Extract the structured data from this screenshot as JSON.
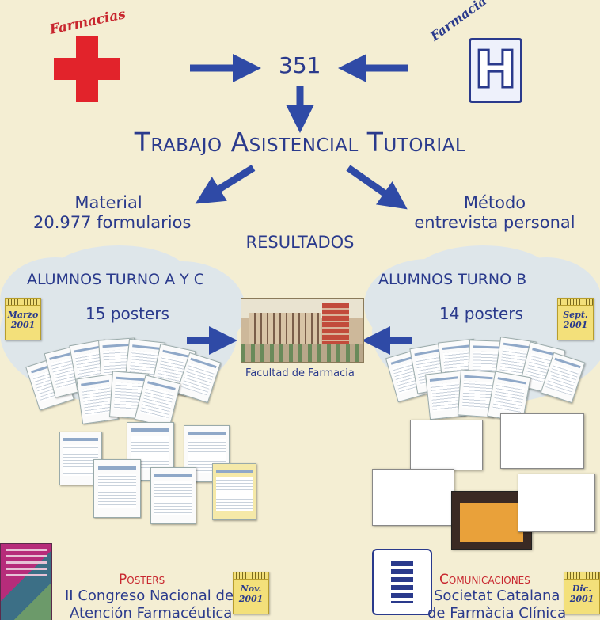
{
  "header": {
    "left_logo_text": "Farmacias",
    "right_logo_text": "Farmacia de Hospital",
    "right_logo_letter": "H"
  },
  "center_number": "351",
  "main_title": "Trabajo Asistencial Tutorial",
  "left_method": {
    "line1": "Material",
    "line2": "20.977 formularios"
  },
  "right_method": {
    "line1": "Método",
    "line2": "entrevista personal"
  },
  "results_label": "RESULTADOS",
  "left_group": {
    "title": "ALUMNOS TURNO A Y C",
    "count": "15 posters",
    "calendar": [
      "Marzo",
      "2001"
    ]
  },
  "right_group": {
    "title": "ALUMNOS TURNO B",
    "count": "14 posters",
    "calendar": [
      "Sept.",
      "2001"
    ]
  },
  "faculty_label": "Facultad de Farmacia",
  "bottom_left": {
    "heading": "Posters",
    "line1": "II Congreso Nacional de",
    "line2": "Atención Farmacéutica",
    "calendar": [
      "Nov.",
      "2001"
    ]
  },
  "bottom_right": {
    "heading": "Comunicaciones",
    "line1": "Societat Catalana",
    "line2": "de Farmàcia Clínica",
    "calendar": [
      "Dic.",
      "2001"
    ]
  },
  "colors": {
    "background": "#f4eed3",
    "text_blue": "#2a3a8c",
    "cross_red": "#e2232b",
    "cloud": "#dde6ec"
  }
}
